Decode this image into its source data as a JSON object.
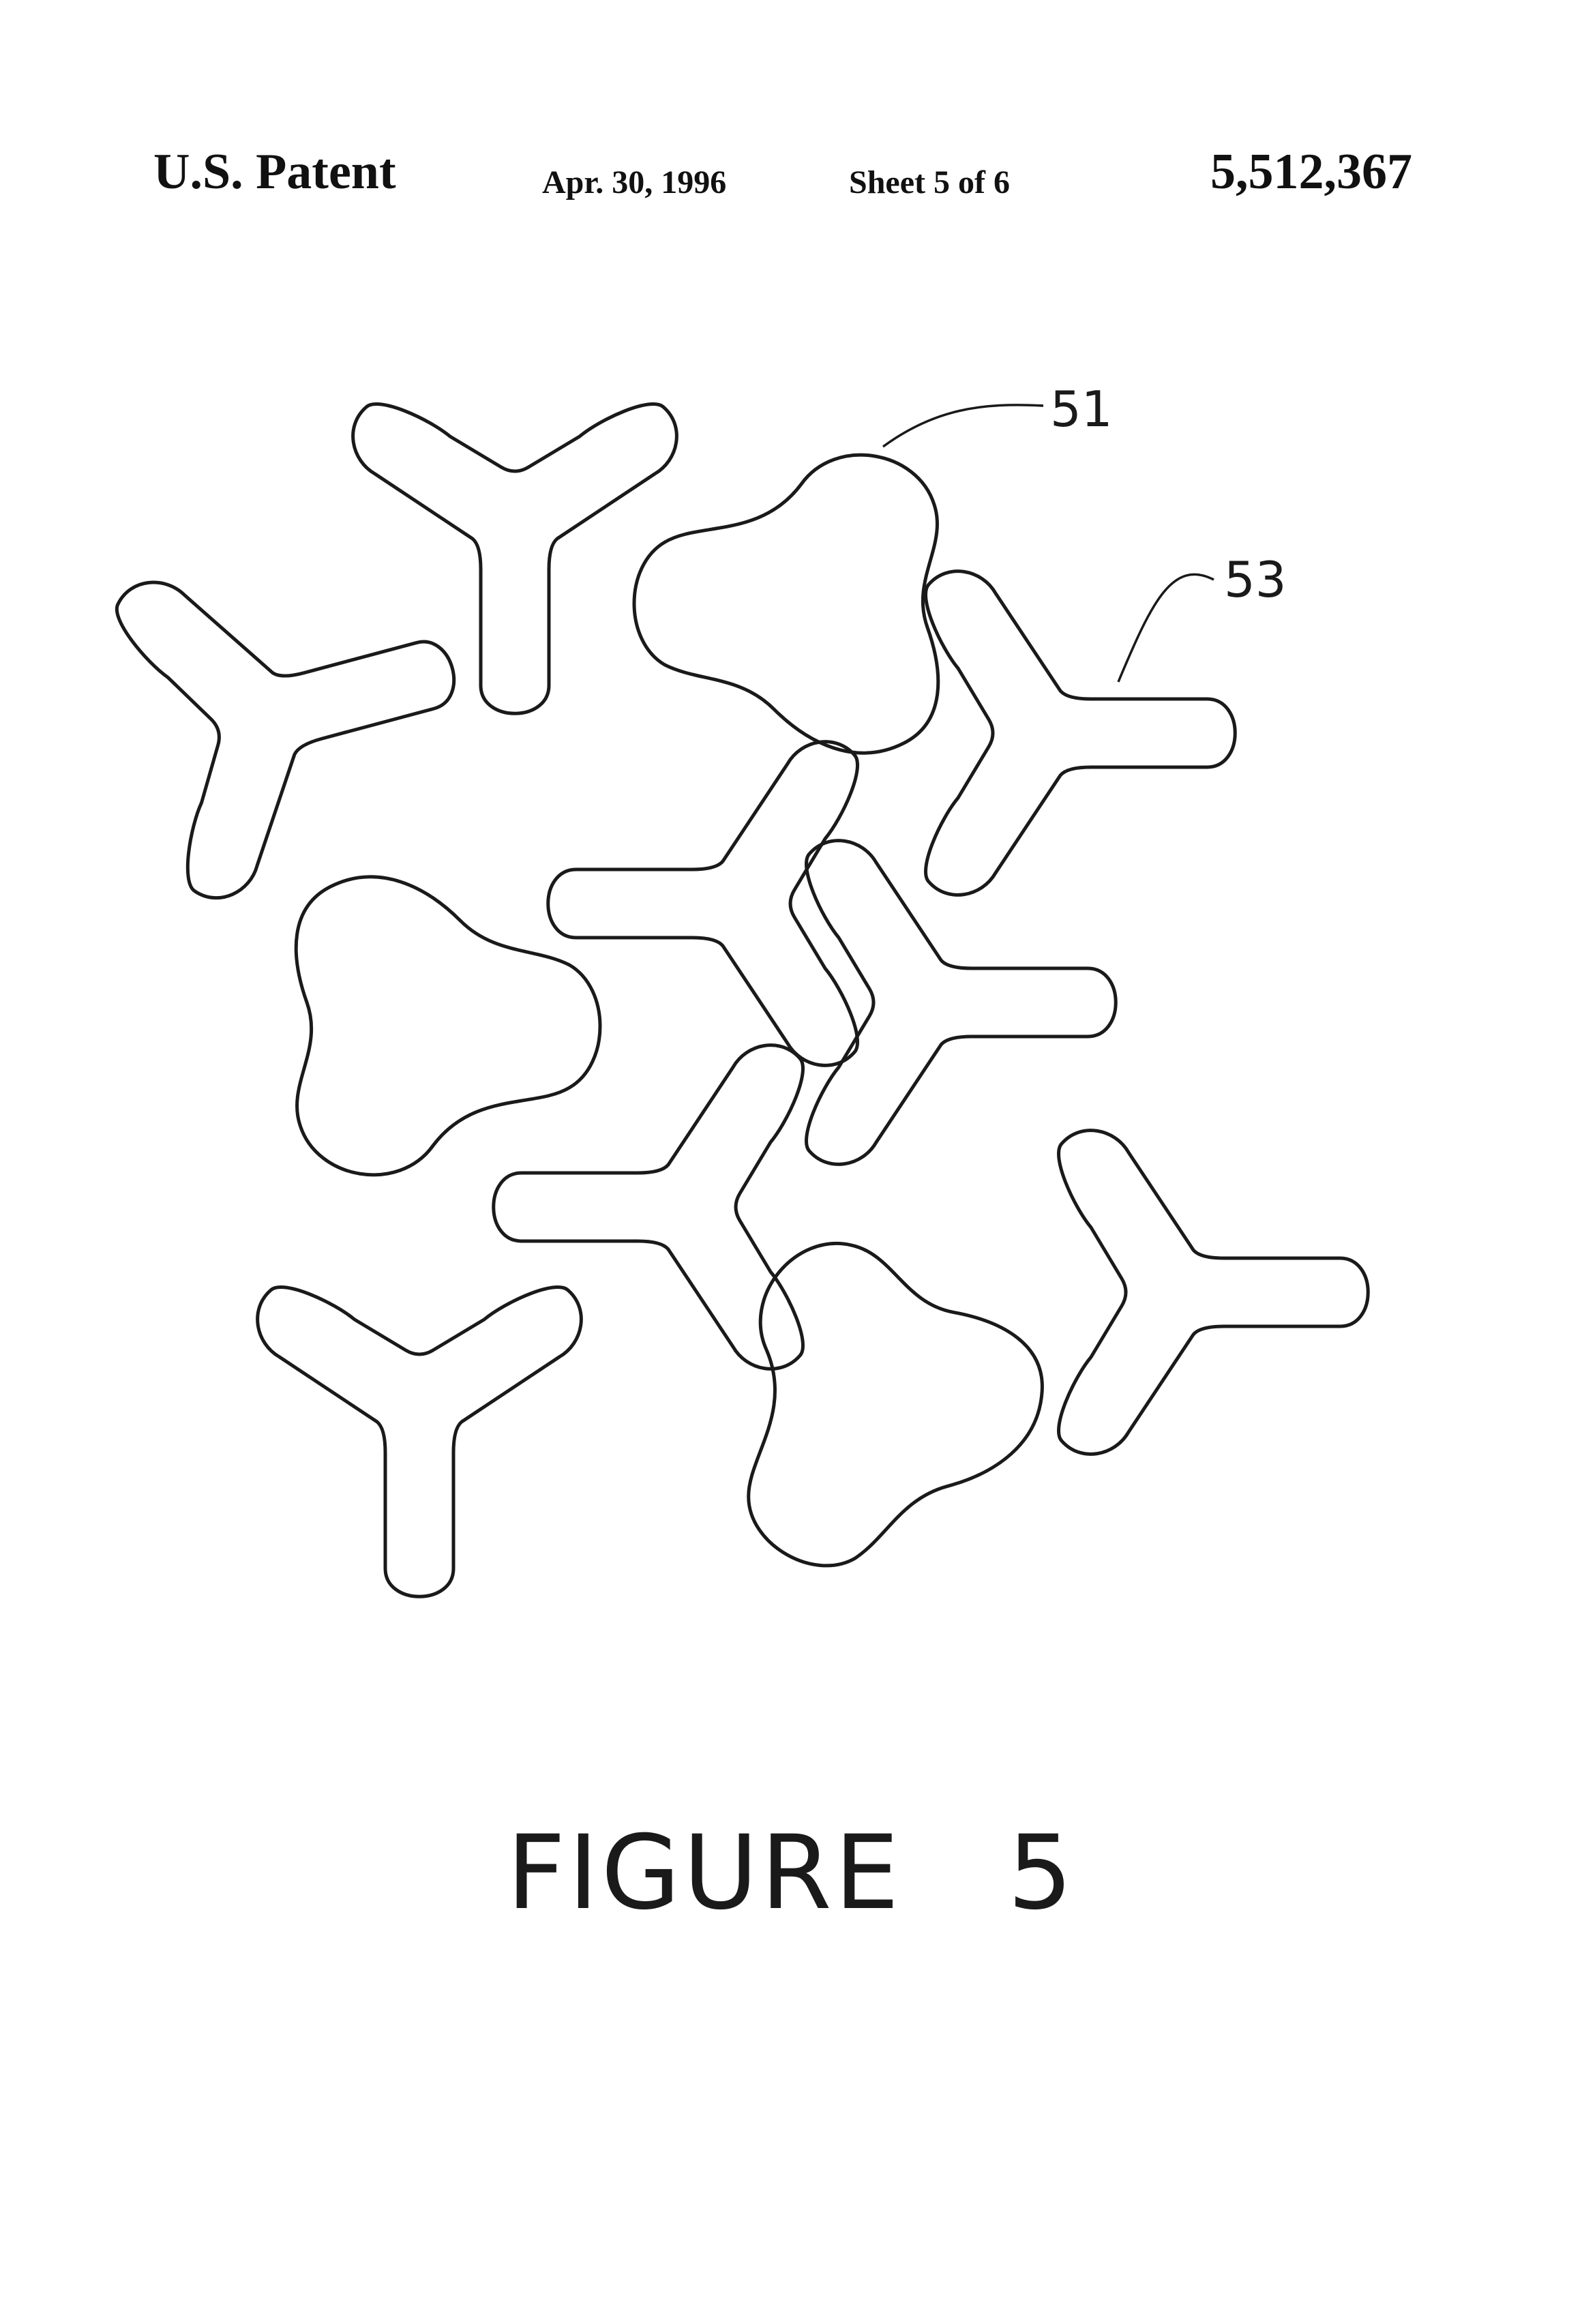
{
  "header": {
    "patent_label": "U.S. Patent",
    "date": "Apr. 30, 1996",
    "sheet": "Sheet 5 of 6",
    "patent_number": "5,512,367"
  },
  "references": {
    "label_51": "51",
    "label_53": "53"
  },
  "figure": {
    "caption": "FIGURE   5"
  },
  "colors": {
    "line": "#1a1a1a",
    "background": "#ffffff"
  }
}
